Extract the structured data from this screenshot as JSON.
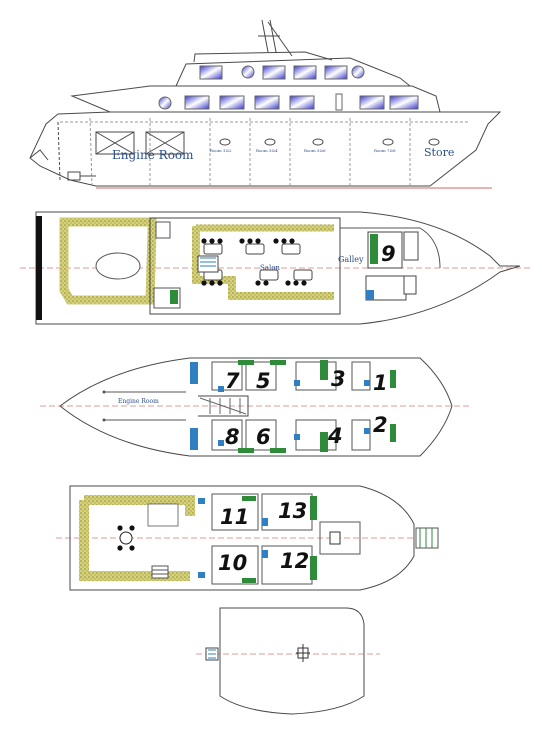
{
  "labels": {
    "engine_room": "Engine Room",
    "store": "Store",
    "salon": "Salon",
    "galley": "Galley",
    "engine_room_lower": "Engine Room"
  },
  "cabins": [
    "1",
    "2",
    "3",
    "4",
    "5",
    "6",
    "7",
    "8",
    "9",
    "10",
    "11",
    "12",
    "13"
  ],
  "colors": {
    "hull_line": "#4a4a4a",
    "centerline": "#c0392b",
    "bathroom_green": "#2e8b3a",
    "bed_blue": "#2f7fc1",
    "window_blue": "#5a5ad8",
    "deck_texture": "#c9c56a"
  }
}
